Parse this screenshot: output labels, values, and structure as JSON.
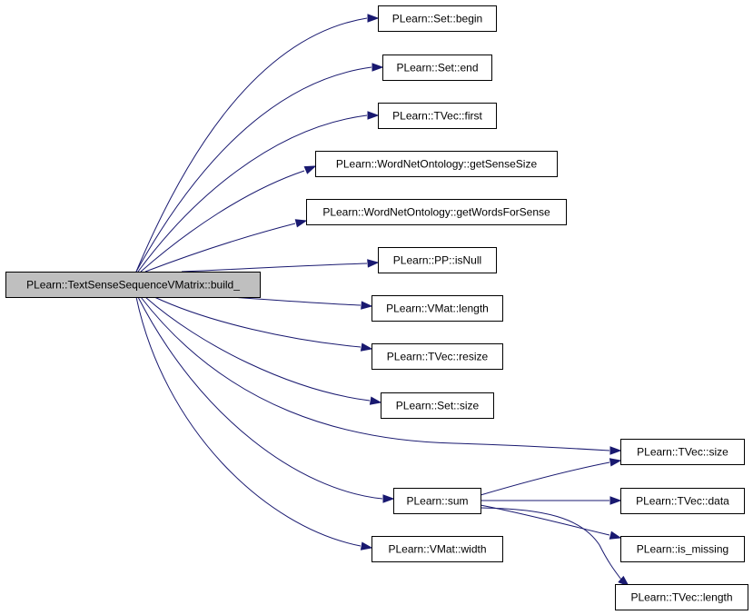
{
  "diagram": {
    "edge_color": "#191970",
    "root_fill": "#bfbfbf",
    "nodes": [
      {
        "id": "root",
        "label": "PLearn::TextSenseSequenceVMatrix::build_",
        "root": true
      },
      {
        "id": "set_begin",
        "label": "PLearn::Set::begin"
      },
      {
        "id": "set_end",
        "label": "PLearn::Set::end"
      },
      {
        "id": "tvec_first",
        "label": "PLearn::TVec::first"
      },
      {
        "id": "wn_getsensesize",
        "label": "PLearn::WordNetOntology::getSenseSize"
      },
      {
        "id": "wn_getwordsforsense",
        "label": "PLearn::WordNetOntology::getWordsForSense"
      },
      {
        "id": "pp_isnull",
        "label": "PLearn::PP::isNull"
      },
      {
        "id": "vmat_length",
        "label": "PLearn::VMat::length"
      },
      {
        "id": "tvec_resize",
        "label": "PLearn::TVec::resize"
      },
      {
        "id": "set_size",
        "label": "PLearn::Set::size"
      },
      {
        "id": "tvec_size",
        "label": "PLearn::TVec::size"
      },
      {
        "id": "sum",
        "label": "PLearn::sum"
      },
      {
        "id": "tvec_data",
        "label": "PLearn::TVec::data"
      },
      {
        "id": "is_missing",
        "label": "PLearn::is_missing"
      },
      {
        "id": "vmat_width",
        "label": "PLearn::VMat::width"
      },
      {
        "id": "tvec_length",
        "label": "PLearn::TVec::length"
      }
    ],
    "edges": [
      {
        "from": "root",
        "to": "set_begin"
      },
      {
        "from": "root",
        "to": "set_end"
      },
      {
        "from": "root",
        "to": "tvec_first"
      },
      {
        "from": "root",
        "to": "wn_getsensesize"
      },
      {
        "from": "root",
        "to": "wn_getwordsforsense"
      },
      {
        "from": "root",
        "to": "pp_isnull"
      },
      {
        "from": "root",
        "to": "vmat_length"
      },
      {
        "from": "root",
        "to": "tvec_resize"
      },
      {
        "from": "root",
        "to": "set_size"
      },
      {
        "from": "root",
        "to": "tvec_size"
      },
      {
        "from": "root",
        "to": "sum"
      },
      {
        "from": "root",
        "to": "vmat_width"
      },
      {
        "from": "sum",
        "to": "tvec_size"
      },
      {
        "from": "sum",
        "to": "tvec_data"
      },
      {
        "from": "sum",
        "to": "is_missing"
      },
      {
        "from": "sum",
        "to": "tvec_length"
      }
    ]
  }
}
